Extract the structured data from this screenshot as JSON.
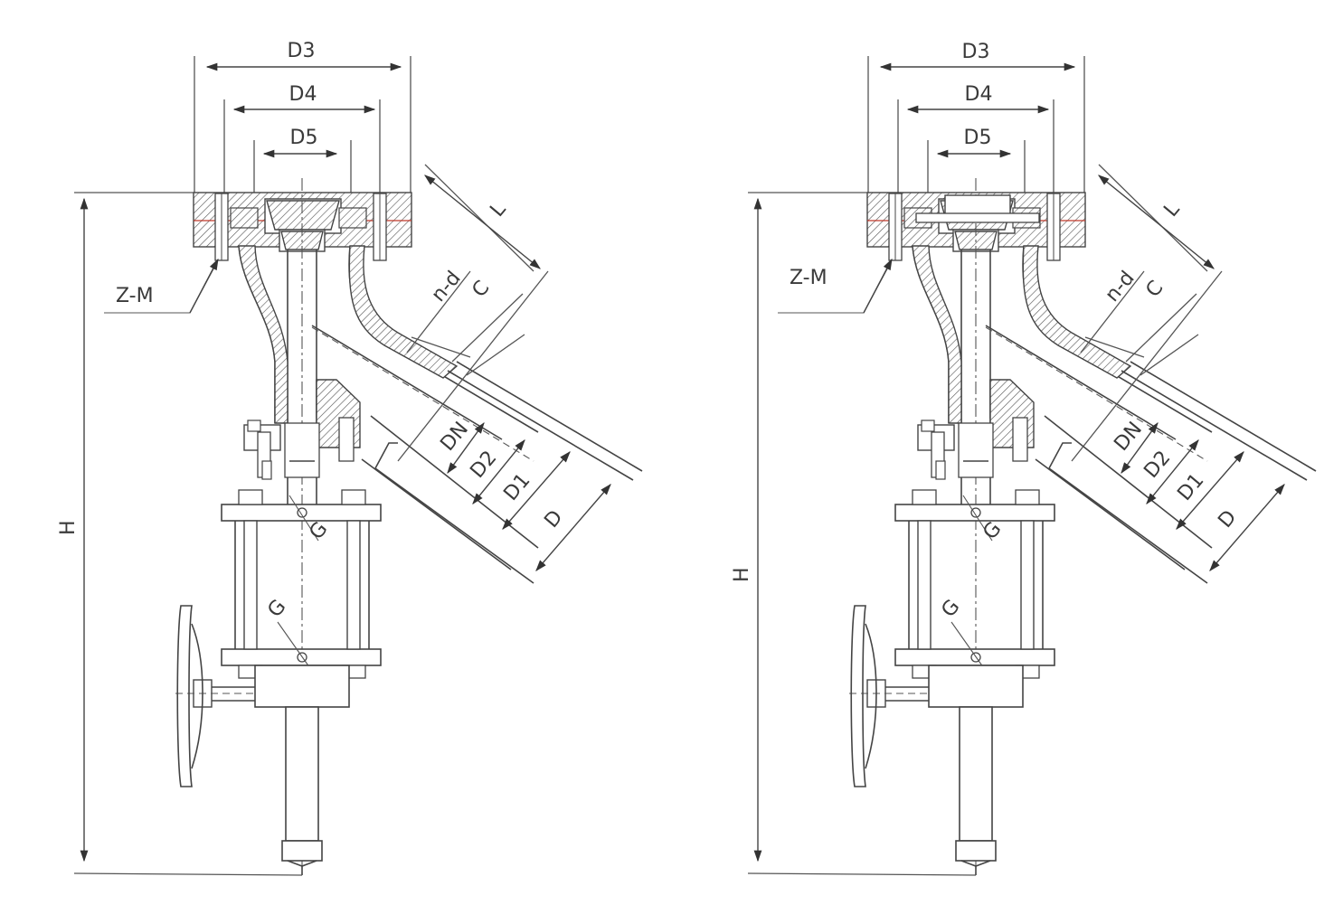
{
  "drawings": [
    {
      "labels": {
        "d3": "D3",
        "d4": "D4",
        "d5": "D5",
        "l": "L",
        "c": "C",
        "nd": "n-d",
        "dn": "DN",
        "d2": "D2",
        "d1": "D1",
        "d": "D",
        "zm": "Z-M",
        "h": "H",
        "g1": "G",
        "g2": "G"
      }
    },
    {
      "labels": {
        "d3": "D3",
        "d4": "D4",
        "d5": "D5",
        "l": "L",
        "c": "C",
        "nd": "n-d",
        "dn": "DN",
        "d2": "D2",
        "d1": "D1",
        "d": "D",
        "zm": "Z-M",
        "h": "H",
        "g1": "G",
        "g2": "G"
      }
    }
  ]
}
